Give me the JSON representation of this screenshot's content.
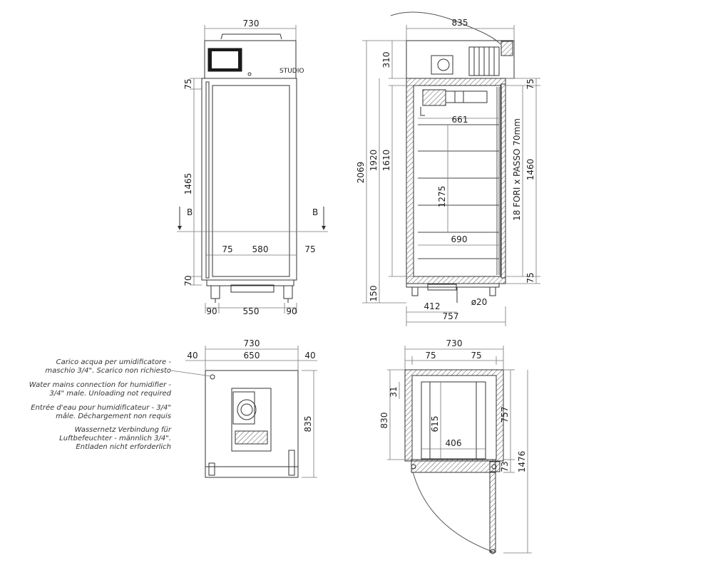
{
  "brand": "STUDIO",
  "section_marker": "B",
  "front_view": {
    "width_total": "730",
    "door_top": "75",
    "door_height": "1465",
    "door_bottom": "70",
    "side_left": "75",
    "inner_width": "580",
    "side_right": "75",
    "foot_left": "90",
    "foot_span": "550",
    "foot_right": "90"
  },
  "side_view": {
    "depth_total": "835",
    "unit_top": "310",
    "height_total": "2069",
    "body_height": "1920",
    "inner_height": "1610",
    "shelf_depth_top": "661",
    "shelf_pitch": "1275",
    "shelf_depth_bottom": "690",
    "rail_text": "18 FORI x PASSO 70mm",
    "rail_height": "1460",
    "inner_top": "75",
    "inner_bottom": "75",
    "feet_height": "150",
    "drain_offset": "412",
    "drain_diameter": "ø20",
    "base_depth": "757"
  },
  "top_view": {
    "width_total": "730",
    "margin_left": "40",
    "inner_width": "650",
    "margin_right": "40",
    "depth": "835"
  },
  "section_view": {
    "width_total": "730",
    "wall_left": "75",
    "wall_right": "75",
    "shelf_inset": "31",
    "outer_depth": "830",
    "inner_depth": "615",
    "inner_width": "406",
    "depth_757": "757",
    "door_gap": "73",
    "door_swing": "1476"
  },
  "notes": [
    "Carico acqua per umidificatore - maschio 3/4\". Scarico non richiesto",
    "Water mains connection for humidifier - 3/4\" male. Unloading not required",
    "Entrée d'eau pour humidificateur - 3/4\" mâle. Déchargement non requis",
    "Wassernetz Verbindung für Luftbefeuchter - männlich 3/4\". Entladen nicht erforderlich"
  ],
  "colors": {
    "line": "#333333",
    "light_line": "#888888",
    "hatch": "#555555",
    "screen": "#1a1a1a"
  }
}
